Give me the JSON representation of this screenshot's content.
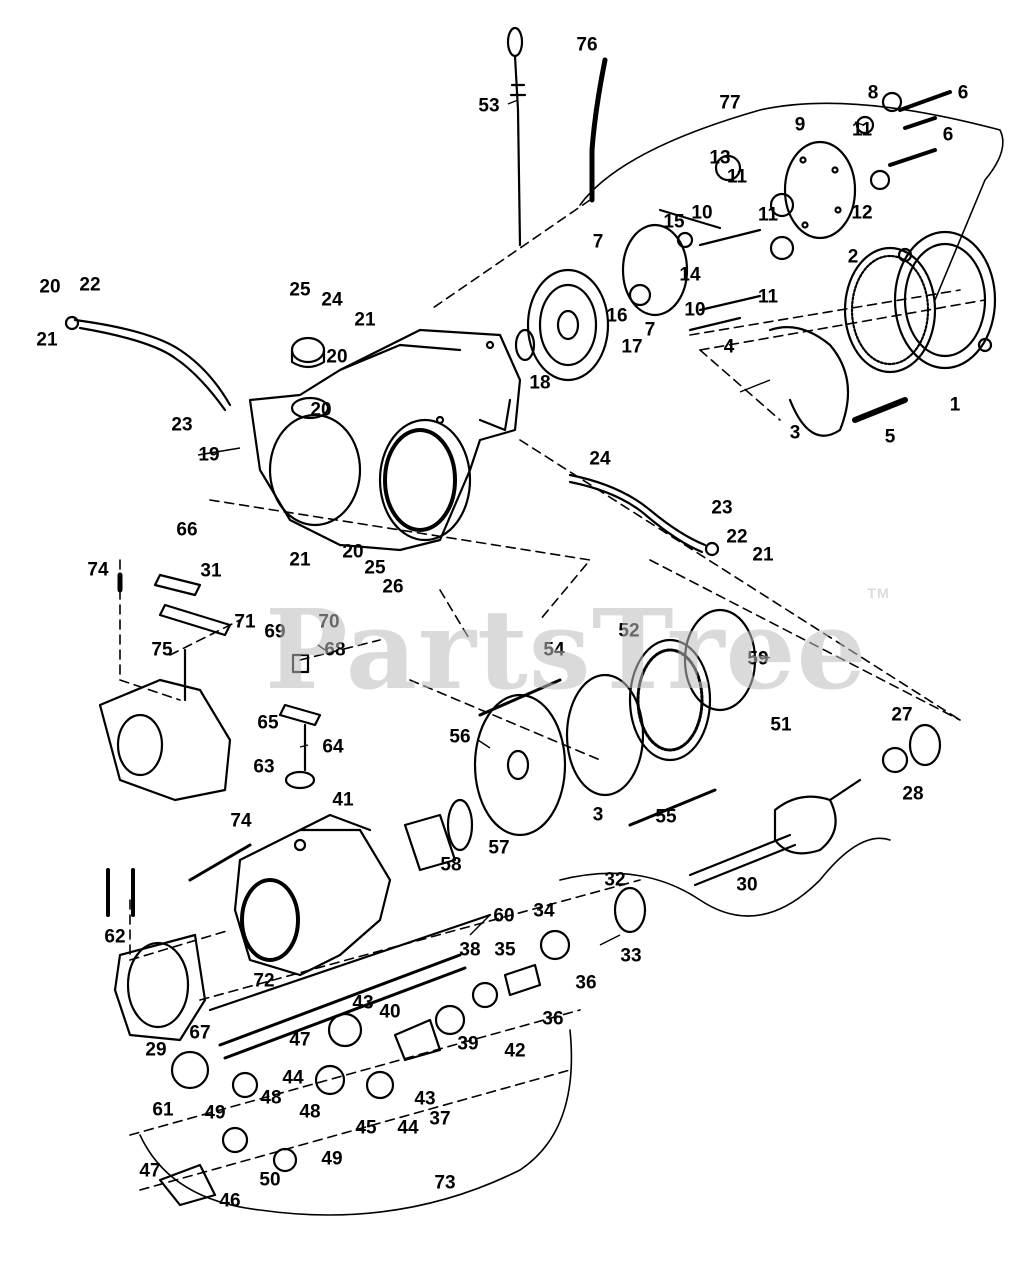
{
  "watermark": {
    "text": "PartsTree",
    "mark": "TM",
    "color": "#bdbdbd"
  },
  "ink_color": "#000000",
  "callouts": [
    "1",
    "2",
    "3",
    "3",
    "4",
    "5",
    "6",
    "6",
    "7",
    "7",
    "8",
    "9",
    "10",
    "10",
    "11",
    "11",
    "11",
    "11",
    "12",
    "13",
    "14",
    "15",
    "16",
    "17",
    "18",
    "19",
    "20",
    "20",
    "20",
    "20",
    "21",
    "21",
    "21",
    "21",
    "22",
    "22",
    "23",
    "23",
    "24",
    "24",
    "25",
    "25",
    "26",
    "27",
    "28",
    "29",
    "30",
    "31",
    "32",
    "33",
    "34",
    "35",
    "36",
    "36",
    "37",
    "38",
    "39",
    "40",
    "41",
    "42",
    "43",
    "43",
    "44",
    "44",
    "45",
    "46",
    "47",
    "47",
    "48",
    "48",
    "49",
    "49",
    "50",
    "51",
    "52",
    "53",
    "54",
    "55",
    "56",
    "57",
    "58",
    "59",
    "60",
    "61",
    "62",
    "63",
    "64",
    "65",
    "66",
    "67",
    "68",
    "69",
    "70",
    "71",
    "72",
    "73",
    "74",
    "74",
    "75",
    "76",
    "77"
  ]
}
